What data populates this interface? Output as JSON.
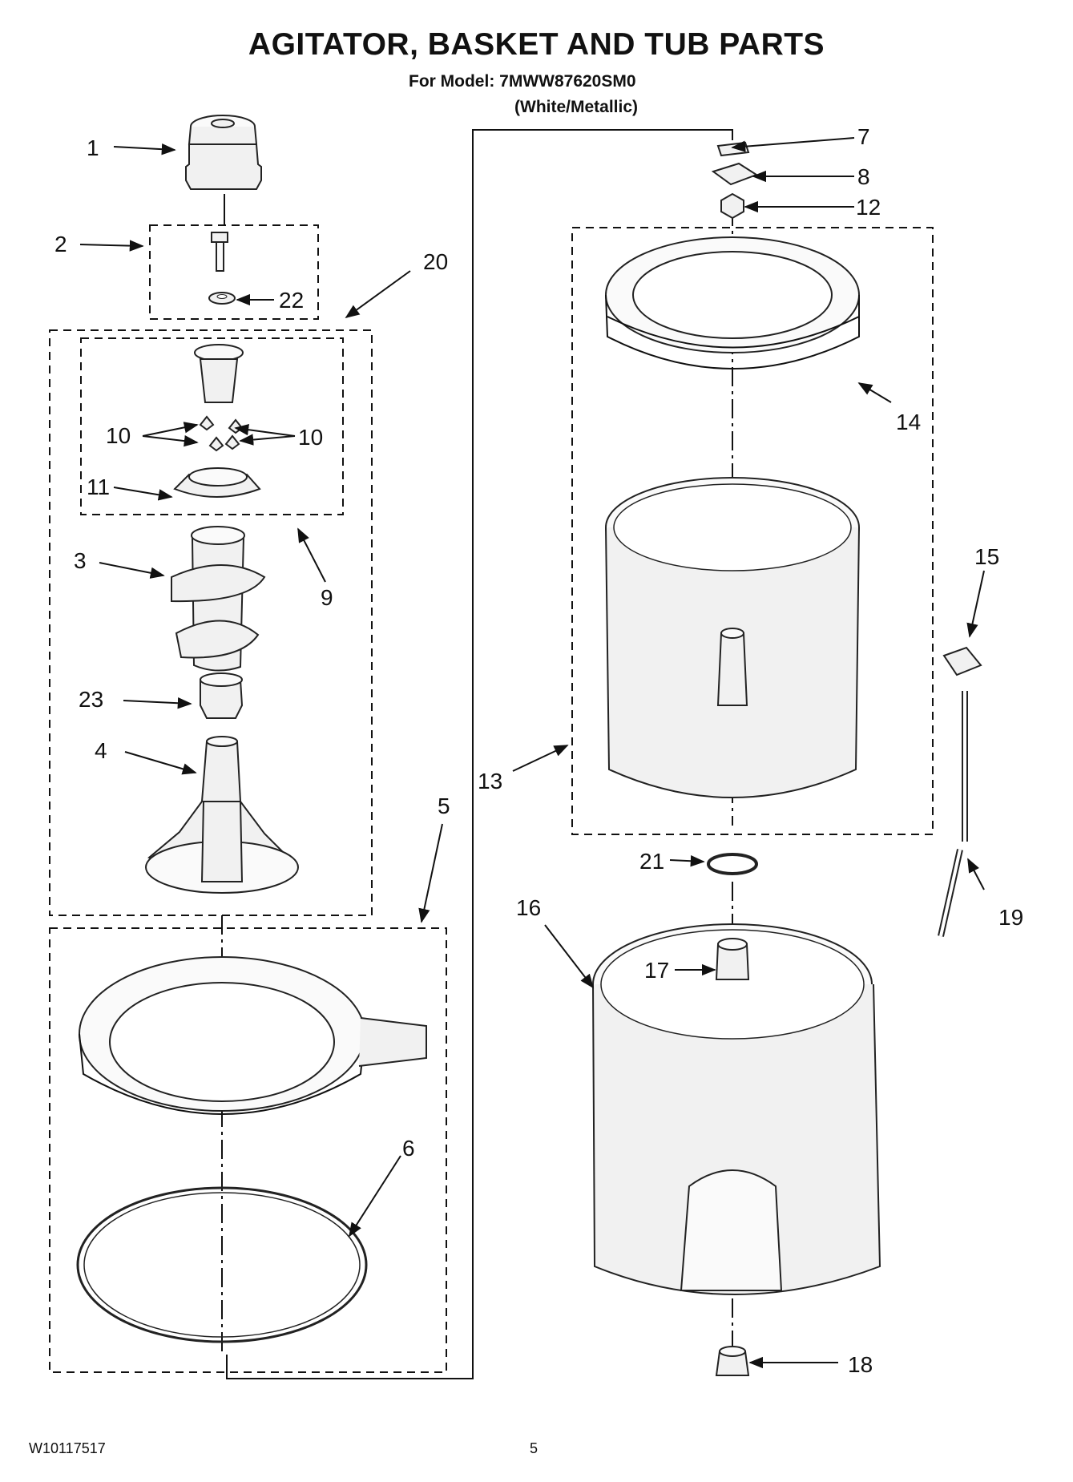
{
  "header": {
    "title": "AGITATOR, BASKET AND TUB PARTS",
    "model_line": "For Model: 7MWW87620SM0",
    "color_line": "(White/Metallic)"
  },
  "footer": {
    "doc_number": "W10117517",
    "page_number": "5"
  },
  "callouts": {
    "c1": "1",
    "c2": "2",
    "c3": "3",
    "c4": "4",
    "c5": "5",
    "c6": "6",
    "c7": "7",
    "c8": "8",
    "c9": "9",
    "c10a": "10",
    "c10b": "10",
    "c11": "11",
    "c12": "12",
    "c13": "13",
    "c14": "14",
    "c15": "15",
    "c16": "16",
    "c17": "17",
    "c18": "18",
    "c19": "19",
    "c20": "20",
    "c21": "21",
    "c22": "22",
    "c23": "23"
  }
}
